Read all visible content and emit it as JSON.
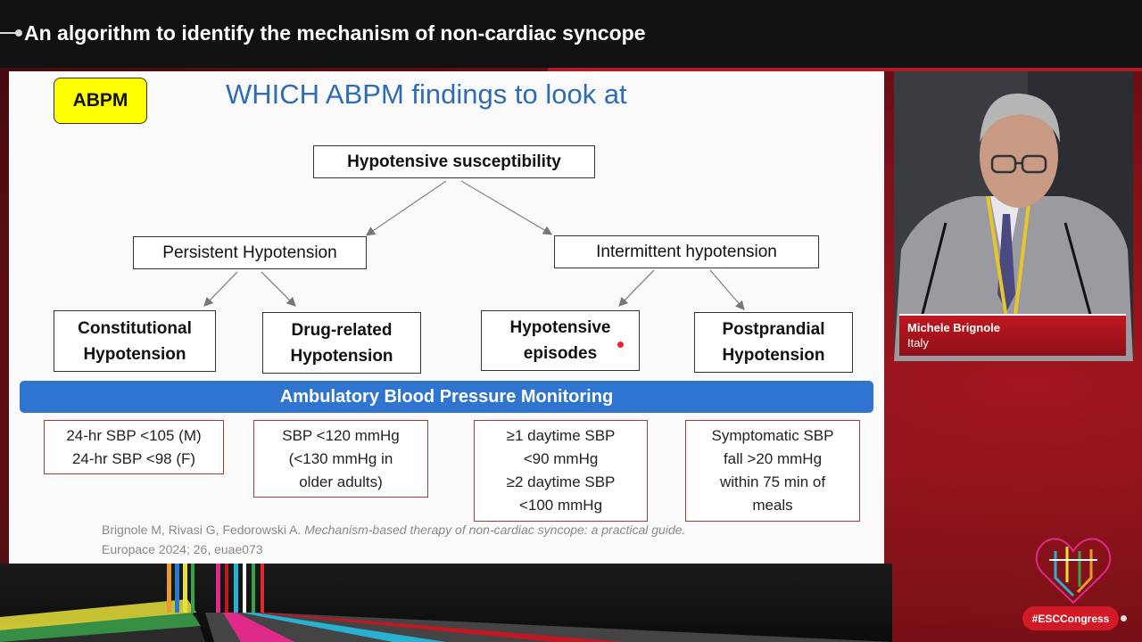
{
  "broadcast": {
    "title": "An algorithm to identify the mechanism of non-cardiac syncope",
    "speaker_name": "Michele Brignole",
    "speaker_country": "Italy",
    "hashtag": "#ESCCongress"
  },
  "slide": {
    "badge": "ABPM",
    "title": "WHICH ABPM findings to look at",
    "root": "Hypotensive susceptibility",
    "branches": [
      "Persistent Hypotension",
      "Intermittent hypotension"
    ],
    "leaves": [
      [
        "Constitutional",
        "Hypotension"
      ],
      [
        "Drug-related",
        "Hypotension"
      ],
      [
        "Hypotensive",
        "episodes"
      ],
      [
        "Postprandial",
        "Hypotension"
      ]
    ],
    "banner": "Ambulatory Blood Pressure Monitoring",
    "criteria": [
      [
        "24-hr SBP <105 (M)",
        "24-hr SBP <98 (F)"
      ],
      [
        "SBP <120 mmHg",
        "(<130 mmHg in",
        "older adults)"
      ],
      [
        "≥1 daytime SBP",
        "<90 mmHg",
        "≥2 daytime SBP",
        "<100 mmHg"
      ],
      [
        "Symptomatic SBP",
        "fall >20 mmHg",
        "within 75 min of",
        "meals"
      ]
    ],
    "reference": {
      "authors": "Brignole M, Rivasi G, Fedorowski A.",
      "article": "Mechanism-based therapy of non-cardiac syncope: a practical guide.",
      "journal": "Europace 2024; 26, euae073"
    }
  },
  "colors": {
    "slide_title": "#2e6db4",
    "banner": "#2f75d0",
    "badge": "#ffff00",
    "criteria_border": "#a33c32",
    "brand_red": "#c01822"
  }
}
